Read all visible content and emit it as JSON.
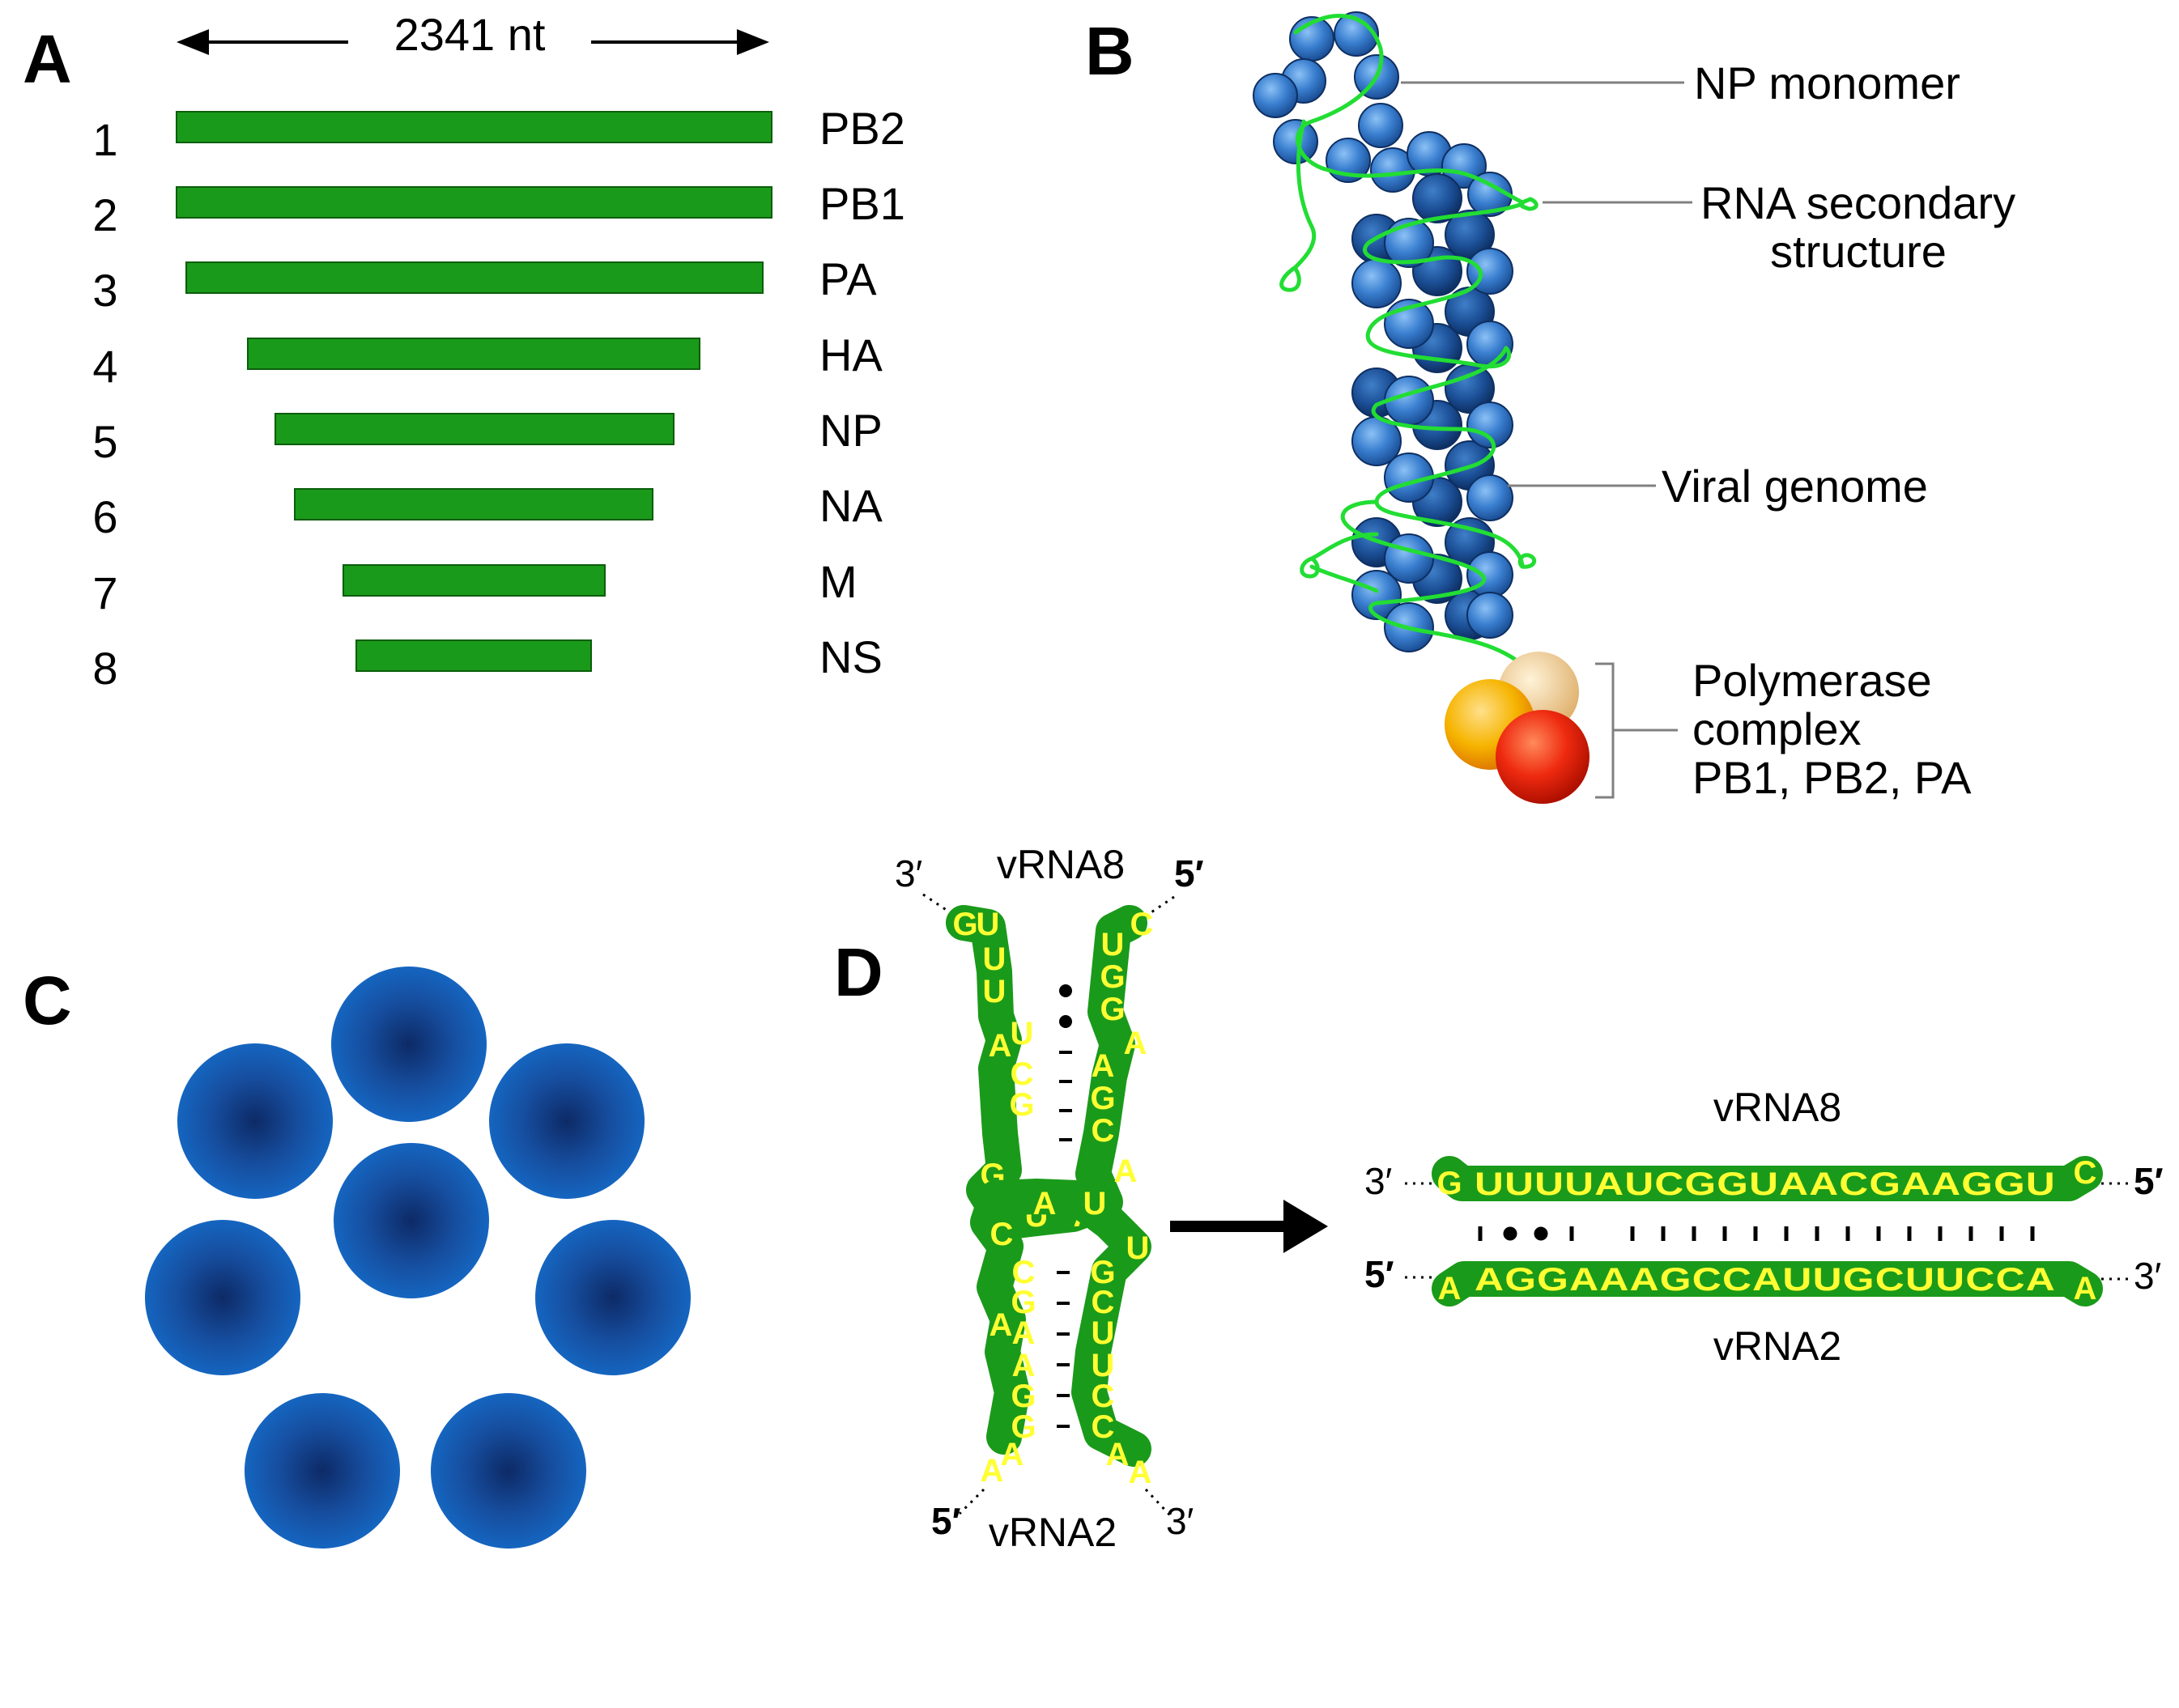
{
  "panels": {
    "a": "A",
    "b": "B",
    "c": "C",
    "d": "D"
  },
  "panel_a": {
    "length_label": "2341 nt",
    "segments": [
      {
        "num": "1",
        "name": "PB2"
      },
      {
        "num": "2",
        "name": "PB1"
      },
      {
        "num": "3",
        "name": "PA"
      },
      {
        "num": "4",
        "name": "HA"
      },
      {
        "num": "5",
        "name": "NP"
      },
      {
        "num": "6",
        "name": "NA"
      },
      {
        "num": "7",
        "name": "M"
      },
      {
        "num": "8",
        "name": "NS"
      }
    ],
    "bar_color": "#1a9a1a"
  },
  "panel_b": {
    "np_monomer": "NP monomer",
    "rna_secondary_1": "RNA secondary",
    "rna_secondary_2": "structure",
    "viral_genome": "Viral genome",
    "polymerase_1": "Polymerase",
    "polymerase_2": "complex",
    "polymerase_3": "PB1, PB2, PA",
    "np_color": "#3a7fd0",
    "rna_color": "#22dd33"
  },
  "panel_c": {
    "circle_color": "#1565c0"
  },
  "panel_d": {
    "vrna8": "vRNA8",
    "vrna2": "vRNA2",
    "three_prime": "3′",
    "five_prime": "5′",
    "hp8_left": [
      "G",
      "U",
      "U",
      "U",
      "A",
      "U",
      "C",
      "G",
      "G"
    ],
    "hp8_loop": [
      "U",
      "A"
    ],
    "hp8_right": [
      "C",
      "U",
      "G",
      "G",
      "A",
      "A",
      "G",
      "C",
      "A"
    ],
    "hp2_loop": [
      "A",
      "U"
    ],
    "hp2_left": [
      "C",
      "C",
      "G",
      "A",
      "A",
      "A",
      "G",
      "G",
      "A",
      "A"
    ],
    "hp2_right": [
      "U",
      "G",
      "C",
      "U",
      "U",
      "C",
      "C",
      "A",
      "A"
    ],
    "duplex_top": "UUUUAUCGGUAACGAAGGU",
    "duplex_top_first": "G",
    "duplex_top_last": "C",
    "duplex_bottom": "AGGAAAGCCAUUGCUUCCA",
    "duplex_bottom_first": "A",
    "duplex_bottom_last": "A",
    "ribbon_color": "#1a9a1a",
    "letter_color": "#ffff33"
  }
}
